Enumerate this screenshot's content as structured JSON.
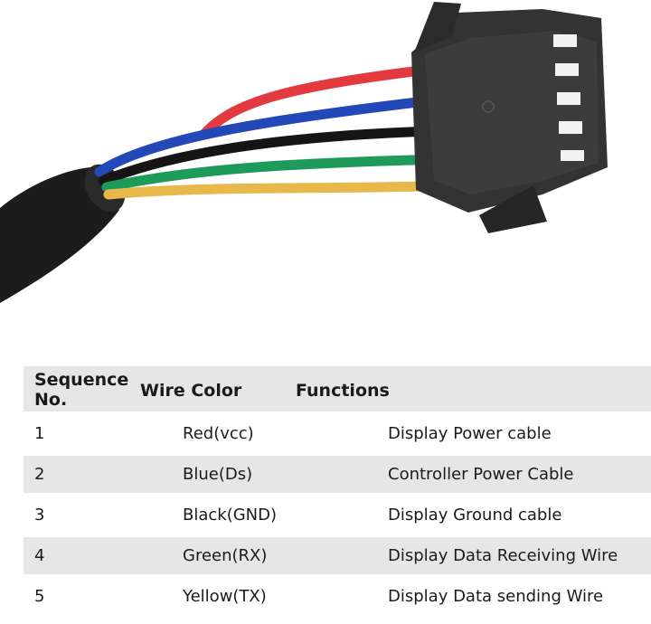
{
  "table": {
    "headers": {
      "seq_line1": "Sequence",
      "seq_line2": "No.",
      "color": "Wire Color",
      "functions": "Functions"
    },
    "rows": [
      {
        "no": "1",
        "color": "Red(vcc)",
        "function": "Display Power cable"
      },
      {
        "no": "2",
        "color": "Blue(Ds)",
        "function": "Controller Power Cable"
      },
      {
        "no": "3",
        "color": "Black(GND)",
        "function": "Display Ground cable"
      },
      {
        "no": "4",
        "color": "Green(RX)",
        "function": "Display Data Receiving Wire"
      },
      {
        "no": "5",
        "color": "Yellow(TX)",
        "function": "Display Data sending Wire"
      }
    ]
  },
  "colors": {
    "wire_red": "#e23a3f",
    "wire_blue": "#2348b8",
    "wire_black": "#151515",
    "wire_green": "#1e9a5a",
    "wire_yellow": "#e8b84a",
    "cable": "#1c1c1c",
    "connector": "#333333",
    "row_shade": "#e6e6e6"
  }
}
